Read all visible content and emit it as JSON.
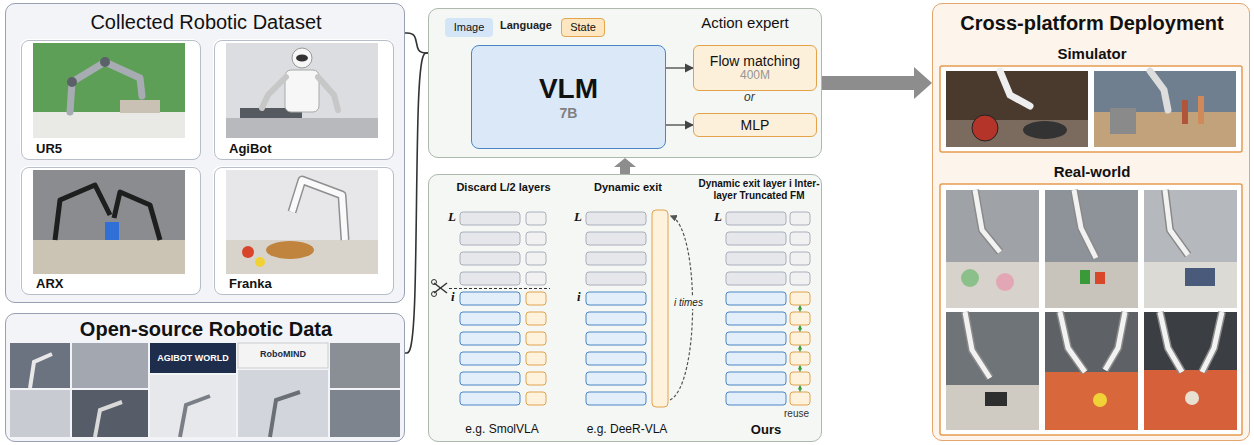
{
  "diagram": {
    "nodes": [
      {
        "text": [
          "Collected Robotic Dataset"
        ]
      },
      {
        "text": [
          "UR5"
        ],
        "in": 0
      },
      {
        "text": [
          "AgiBot"
        ],
        "in": 0
      },
      {
        "text": [
          "ARX"
        ],
        "in": 0
      },
      {
        "text": [
          "Franka"
        ],
        "in": 0
      },
      {
        "text": [
          "Open-source Robotic Data"
        ]
      },
      {
        "text": [
          "Action expert"
        ]
      },
      {
        "text": [
          "Image"
        ],
        "in": 6
      },
      {
        "text": [
          "State"
        ],
        "in": 6
      },
      {
        "text": [
          "VLM",
          "7B"
        ],
        "in": 6
      },
      {
        "text": [
          "Flow matching",
          "400M"
        ],
        "in": 6
      },
      {
        "text": [
          "MLP"
        ],
        "in": 6
      },
      {
        "text": [
          "Discard L/2 layers",
          "Dynamic exit",
          "Dynamic exit layer i Inter-layer Truncated FM"
        ]
      },
      {
        "text": [
          "Cross-platform Deployment"
        ]
      },
      {
        "text": [
          "Simulator"
        ],
        "in": 13
      },
      {
        "text": [
          "Real-world"
        ],
        "in": 13
      }
    ],
    "edges": [
      {
        "from": 0,
        "to": 6,
        "arrow": "none"
      },
      {
        "from": 5,
        "to": 6,
        "arrow": "none"
      },
      {
        "from": 9,
        "to": 10,
        "arrow": "to"
      },
      {
        "from": 9,
        "to": 11,
        "arrow": "to"
      },
      {
        "from": 12,
        "to": 6,
        "arrow": "to"
      },
      {
        "from": 6,
        "to": 13,
        "arrow": "to"
      }
    ],
    "labels": [
      "Language",
      "or",
      "L",
      "i",
      "L",
      "i",
      "i times",
      "L",
      "reuse",
      "e.g. SmolVLA",
      "e.g. DeeR-VLA",
      "Ours",
      "AGIBOT WORLD",
      "RoboMIND"
    ]
  }
}
